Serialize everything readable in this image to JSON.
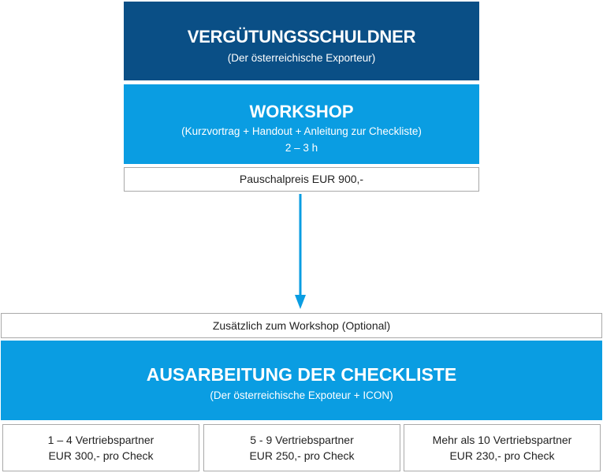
{
  "header": {
    "title": "VERGÜTUNGSSCHULDNER",
    "subtitle": "(Der österreichische Exporteur)"
  },
  "workshop": {
    "title": "WORKSHOP",
    "subtitle": "(Kurzvortrag + Handout + Anleitung zur Checkliste)",
    "duration": "2 – 3 h"
  },
  "price": {
    "label": "Pauschalpreis EUR 900,-"
  },
  "optional": {
    "label": "Zusätzlich zum Workshop (Optional)"
  },
  "checklist": {
    "title": "AUSARBEITUNG DER CHECKLISTE",
    "subtitle": "(Der österreichische Expoteur + ICON)"
  },
  "tiers": [
    {
      "partners": "1 – 4 Vertriebspartner",
      "price": "EUR 300,- pro Check"
    },
    {
      "partners": "5 - 9 Vertriebspartner",
      "price": "EUR 250,- pro Check"
    },
    {
      "partners": "Mehr als 10 Vertriebspartner",
      "price": "EUR 230,- pro Check"
    }
  ],
  "colors": {
    "dark_blue": "#0a4f86",
    "light_blue": "#0a9de2",
    "border_gray": "#a9a9a9"
  }
}
